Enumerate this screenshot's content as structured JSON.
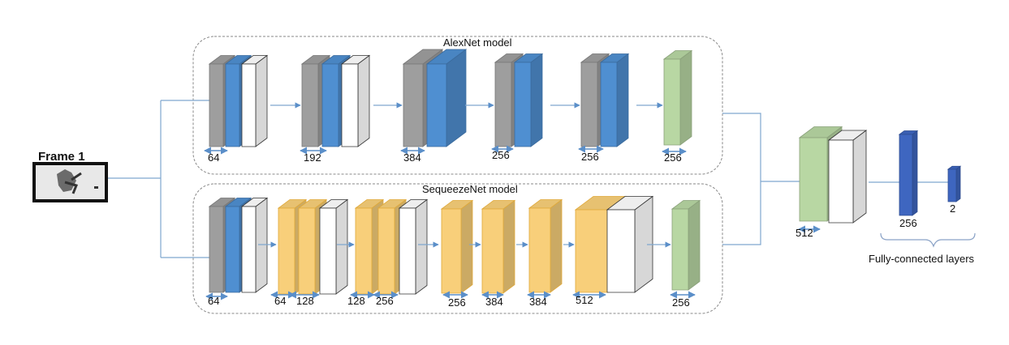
{
  "frame": {
    "title": "Frame 1"
  },
  "alexnet": {
    "title": "AlexNet model",
    "dims": [
      "64",
      "192",
      "384",
      "256",
      "256",
      "256"
    ]
  },
  "squeezenet": {
    "title": "SequeezeNet model",
    "dims": [
      "64",
      "64",
      "128",
      "128",
      "256",
      "256",
      "384",
      "384",
      "512",
      "256"
    ]
  },
  "fusion": {
    "dims": [
      "512"
    ]
  },
  "fc": {
    "dims": [
      "256",
      "2"
    ],
    "caption": "Fully-connected layers"
  },
  "colors": {
    "conv": "#9e9e9e",
    "norm": "#4f8fd1",
    "pool": "#ffffff",
    "fire": "#f8cf7a",
    "feature": "#b8d7a3",
    "fc": "#3e66c0",
    "connector": "#7fa7cf",
    "panel_border": "#8a8a8a"
  }
}
